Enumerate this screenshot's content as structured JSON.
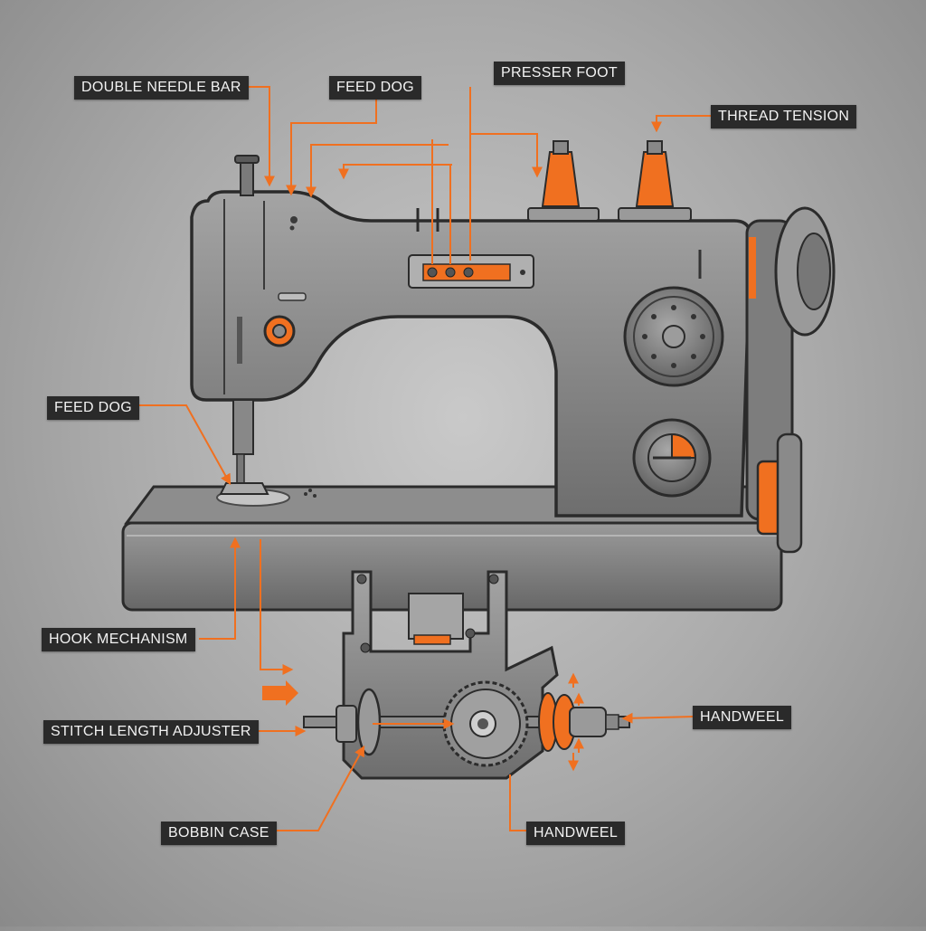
{
  "colors": {
    "accent": "#f07020",
    "metal": "#8f8f8f",
    "metal_dark": "#5c5c5c",
    "outline": "#2b2b2b",
    "label_bg": "#2a2a2a",
    "label_text": "#f2f2f2"
  },
  "labels": {
    "double_needle_bar": "DOUBLE NEEDLE BAR",
    "feed_dog_top": "FEED DOG",
    "presser_foot": "PRESSER FOOT",
    "thread_tension": "THREAD TENSION",
    "feed_dog_left": "FEED DOG",
    "hook_mechanism": "HOOK MECHANISM",
    "stitch_length_adjuster": "STITCH LENGTH ADJUSTER",
    "bobbin_case": "BOBBIN CASE",
    "handwheel_bottom": "HANDWEEL",
    "handwheel_right": "HANDWEEL"
  }
}
